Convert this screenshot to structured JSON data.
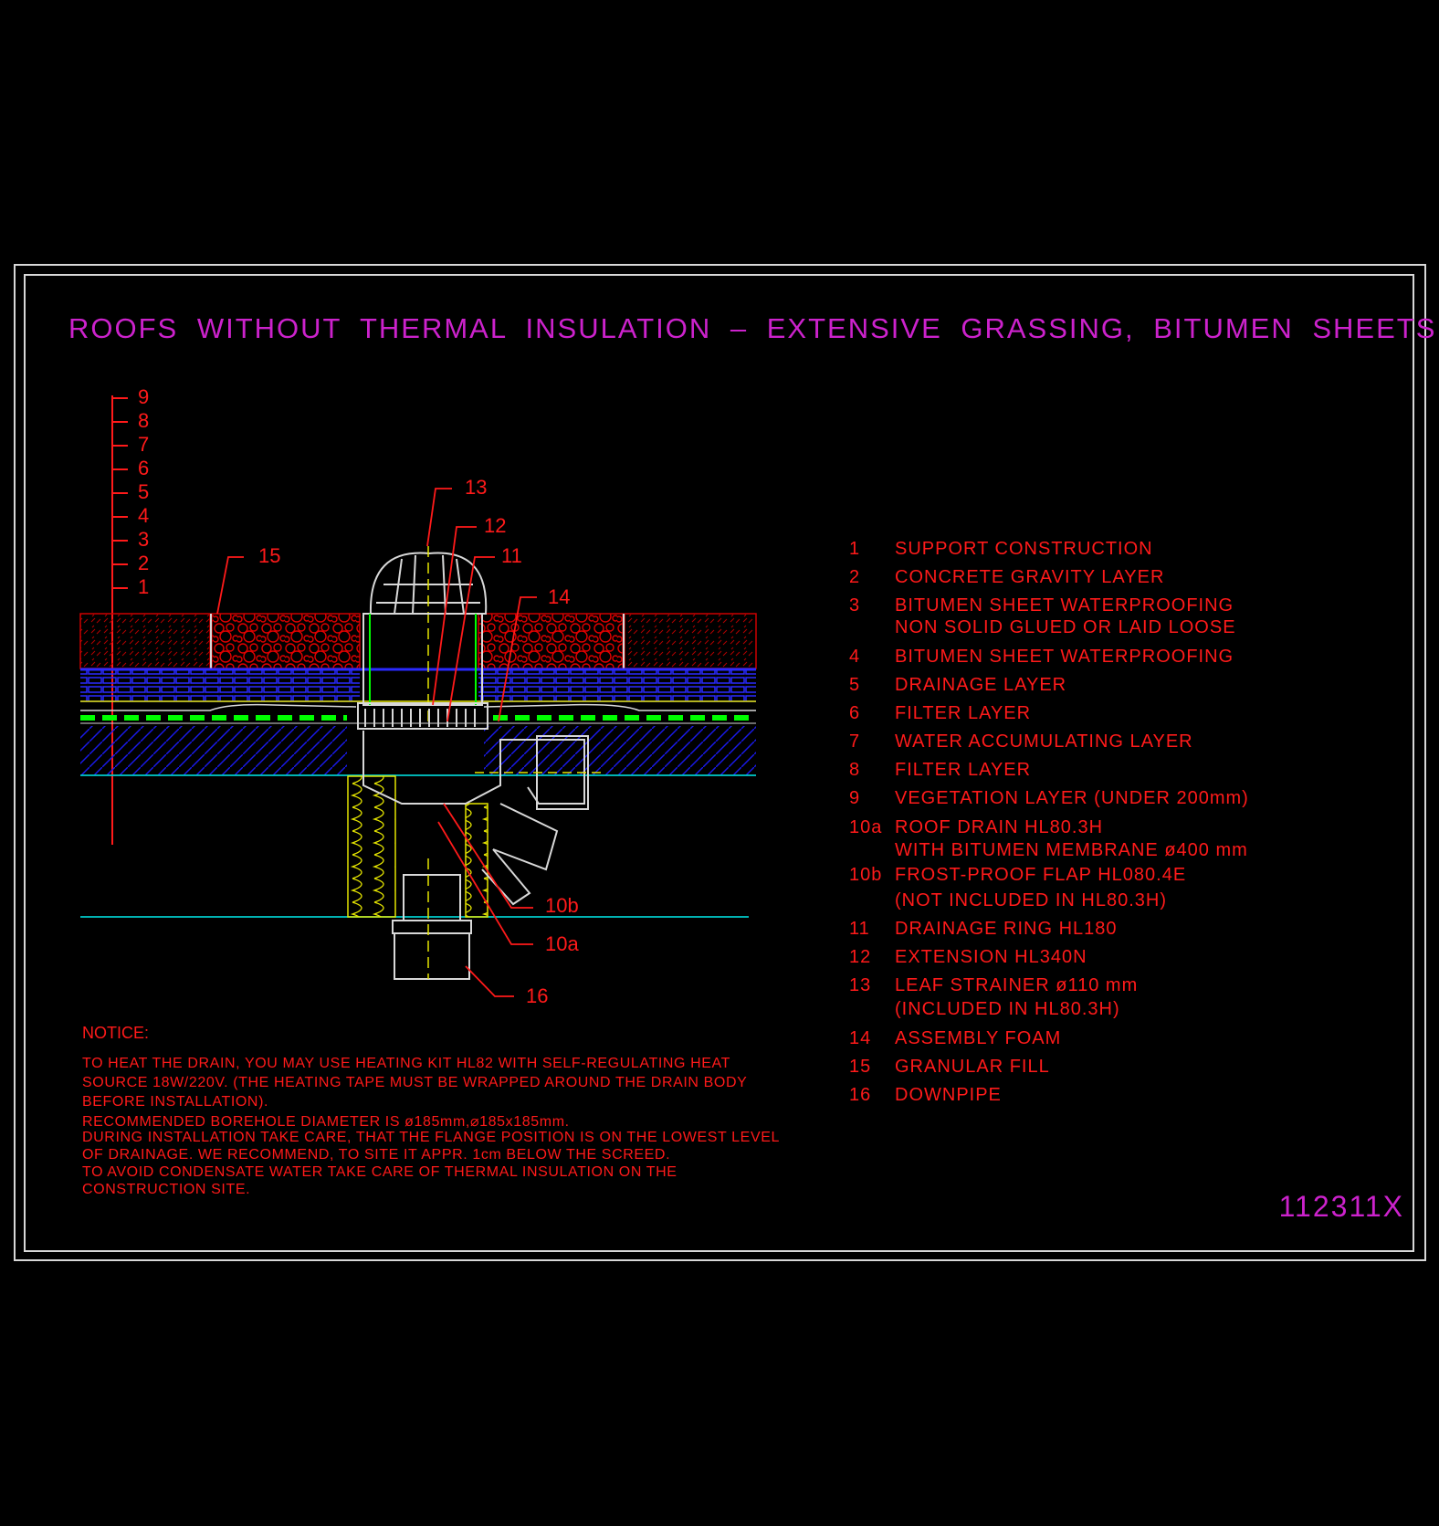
{
  "title": "ROOFS WITHOUT THERMAL INSULATION – EXTENSIVE GRASSING, BITUMEN SHEETS",
  "drawing_code": "112311X",
  "layer_scale": [
    "9",
    "8",
    "7",
    "6",
    "5",
    "4",
    "3",
    "2",
    "1"
  ],
  "callouts": {
    "c13": "13",
    "c12": "12",
    "c11": "11",
    "c14": "14",
    "c15": "15",
    "c10b": "10b",
    "c10a": "10a",
    "c16": "16"
  },
  "legend": [
    {
      "num": "1",
      "lines": [
        "SUPPORT CONSTRUCTION"
      ]
    },
    {
      "num": "2",
      "lines": [
        "CONCRETE GRAVITY LAYER"
      ]
    },
    {
      "num": "3",
      "lines": [
        "BITUMEN SHEET WATERPROOFING",
        "NON SOLID GLUED OR LAID LOOSE"
      ]
    },
    {
      "num": "4",
      "lines": [
        "BITUMEN SHEET WATERPROOFING"
      ]
    },
    {
      "num": "5",
      "lines": [
        "DRAINAGE LAYER"
      ]
    },
    {
      "num": "6",
      "lines": [
        "FILTER LAYER"
      ]
    },
    {
      "num": "7",
      "lines": [
        "WATER ACCUMULATING LAYER"
      ]
    },
    {
      "num": "8",
      "lines": [
        "FILTER LAYER"
      ]
    },
    {
      "num": "9",
      "lines": [
        "VEGETATION LAYER (UNDER 200mm)"
      ]
    },
    {
      "num": "10a",
      "lines": [
        "ROOF DRAIN HL80.3H",
        "WITH BITUMEN MEMBRANE ø400 mm"
      ]
    },
    {
      "num": "10b",
      "lines": [
        "FROST-PROOF FLAP HL080.4E",
        "(NOT INCLUDED IN HL80.3H)"
      ]
    },
    {
      "num": "11",
      "lines": [
        "DRAINAGE RING HL180"
      ]
    },
    {
      "num": "12",
      "lines": [
        "EXTENSION HL340N"
      ]
    },
    {
      "num": "13",
      "lines": [
        "LEAF STRAINER ø110 mm",
        "(INCLUDED IN HL80.3H)"
      ]
    },
    {
      "num": "14",
      "lines": [
        "ASSEMBLY FOAM"
      ]
    },
    {
      "num": "15",
      "lines": [
        "GRANULAR FILL"
      ]
    },
    {
      "num": "16",
      "lines": [
        "DOWNPIPE"
      ]
    }
  ],
  "notice": {
    "heading": "NOTICE:",
    "lines": [
      "TO HEAT THE DRAIN, YOU MAY USE HEATING KIT HL82 WITH SELF-REGULATING HEAT",
      "SOURCE 18W/220V. (THE HEATING TAPE MUST BE WRAPPED AROUND THE DRAIN BODY",
      "BEFORE INSTALLATION).",
      "RECOMMENDED BOREHOLE DIAMETER IS ø185mm,⌀185x185mm.",
      "DURING INSTALLATION TAKE CARE, THAT THE FLANGE POSITION IS ON THE LOWEST LEVEL",
      "OF DRAINAGE. WE RECOMMEND, TO SITE IT APPR. 1cm BELOW THE SCREED.",
      "TO AVOID CONDENSATE WATER TAKE CARE OF THERMAL INSULATION ON THE",
      "CONSTRUCTION SITE."
    ]
  },
  "colors": {
    "background": "#000000",
    "title": "#cc22cc",
    "text": "#ff1a1a",
    "frame": "#d8d8d8",
    "gravel": "#cc0000",
    "drainage": "#1a1aff",
    "filter": "#00ff00",
    "insulation": "#e6e600",
    "structure": "#00cccc"
  }
}
